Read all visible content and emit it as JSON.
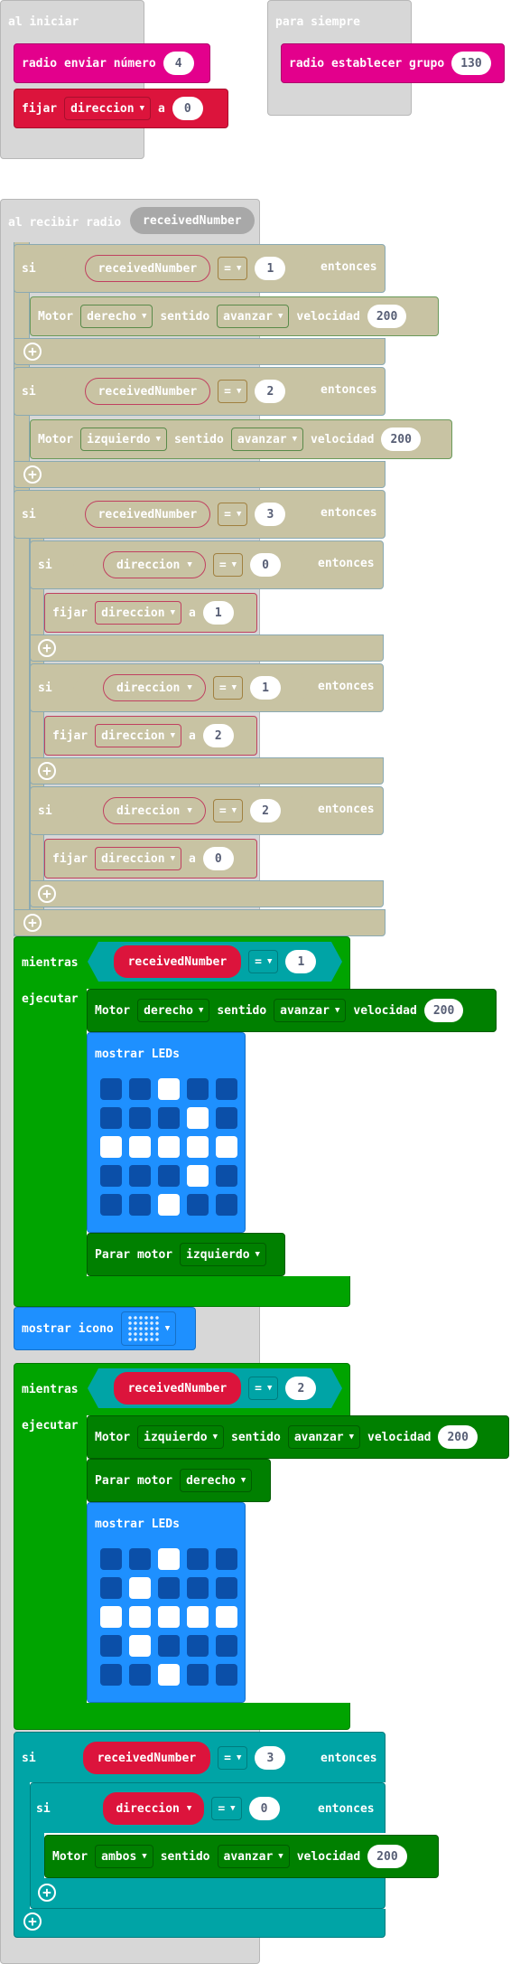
{
  "on_start": {
    "header": "al iniciar",
    "send_label": "radio enviar número",
    "send_value": "4",
    "set_label": "fijar",
    "set_var": "direccion",
    "set_to": "a",
    "set_value": "0"
  },
  "forever": {
    "header": "para siempre",
    "group_label": "radio establecer grupo",
    "group_value": "130"
  },
  "on_radio": {
    "header": "al recibir radio",
    "param": "receivedNumber"
  },
  "common": {
    "si": "si",
    "entonces": "entonces",
    "eq": "=",
    "fijar": "fijar",
    "a": "a",
    "motor": "Motor",
    "sentido": "sentido",
    "velocidad": "velocidad",
    "avanzar": "avanzar",
    "mientras": "mientras",
    "ejecutar": "ejecutar",
    "mostrar_leds": "mostrar LEDs",
    "parar_motor": "Parar motor",
    "mostrar_icono": "mostrar icono",
    "received": "receivedNumber",
    "direccion": "direccion",
    "derecho": "derecho",
    "izquierdo": "izquierdo",
    "ambos": "ambos",
    "speed": "200"
  },
  "values": {
    "if1": "1",
    "if2": "2",
    "if3": "3",
    "d0": "0",
    "d1": "1",
    "d2": "2",
    "set_d1": "1",
    "set_d2": "2",
    "set_d0": "0",
    "while1": "1",
    "while2": "2",
    "bottom_if": "3",
    "bottom_inner": "0"
  },
  "leds_1": [
    [
      0,
      0,
      1,
      0,
      0
    ],
    [
      0,
      0,
      0,
      1,
      0
    ],
    [
      1,
      1,
      1,
      1,
      1
    ],
    [
      0,
      0,
      0,
      1,
      0
    ],
    [
      0,
      0,
      1,
      0,
      0
    ]
  ],
  "leds_2": [
    [
      0,
      0,
      1,
      0,
      0
    ],
    [
      0,
      1,
      0,
      0,
      0
    ],
    [
      1,
      1,
      1,
      1,
      1
    ],
    [
      0,
      1,
      0,
      0,
      0
    ],
    [
      0,
      0,
      1,
      0,
      0
    ]
  ],
  "colors": {
    "radio": "#e3008c",
    "variables": "#dc143c",
    "logic": "#c8c3a3",
    "loops": "#00a400",
    "motor": "#008000",
    "conditional": "#00a4a6",
    "basic": "#1e90ff"
  }
}
